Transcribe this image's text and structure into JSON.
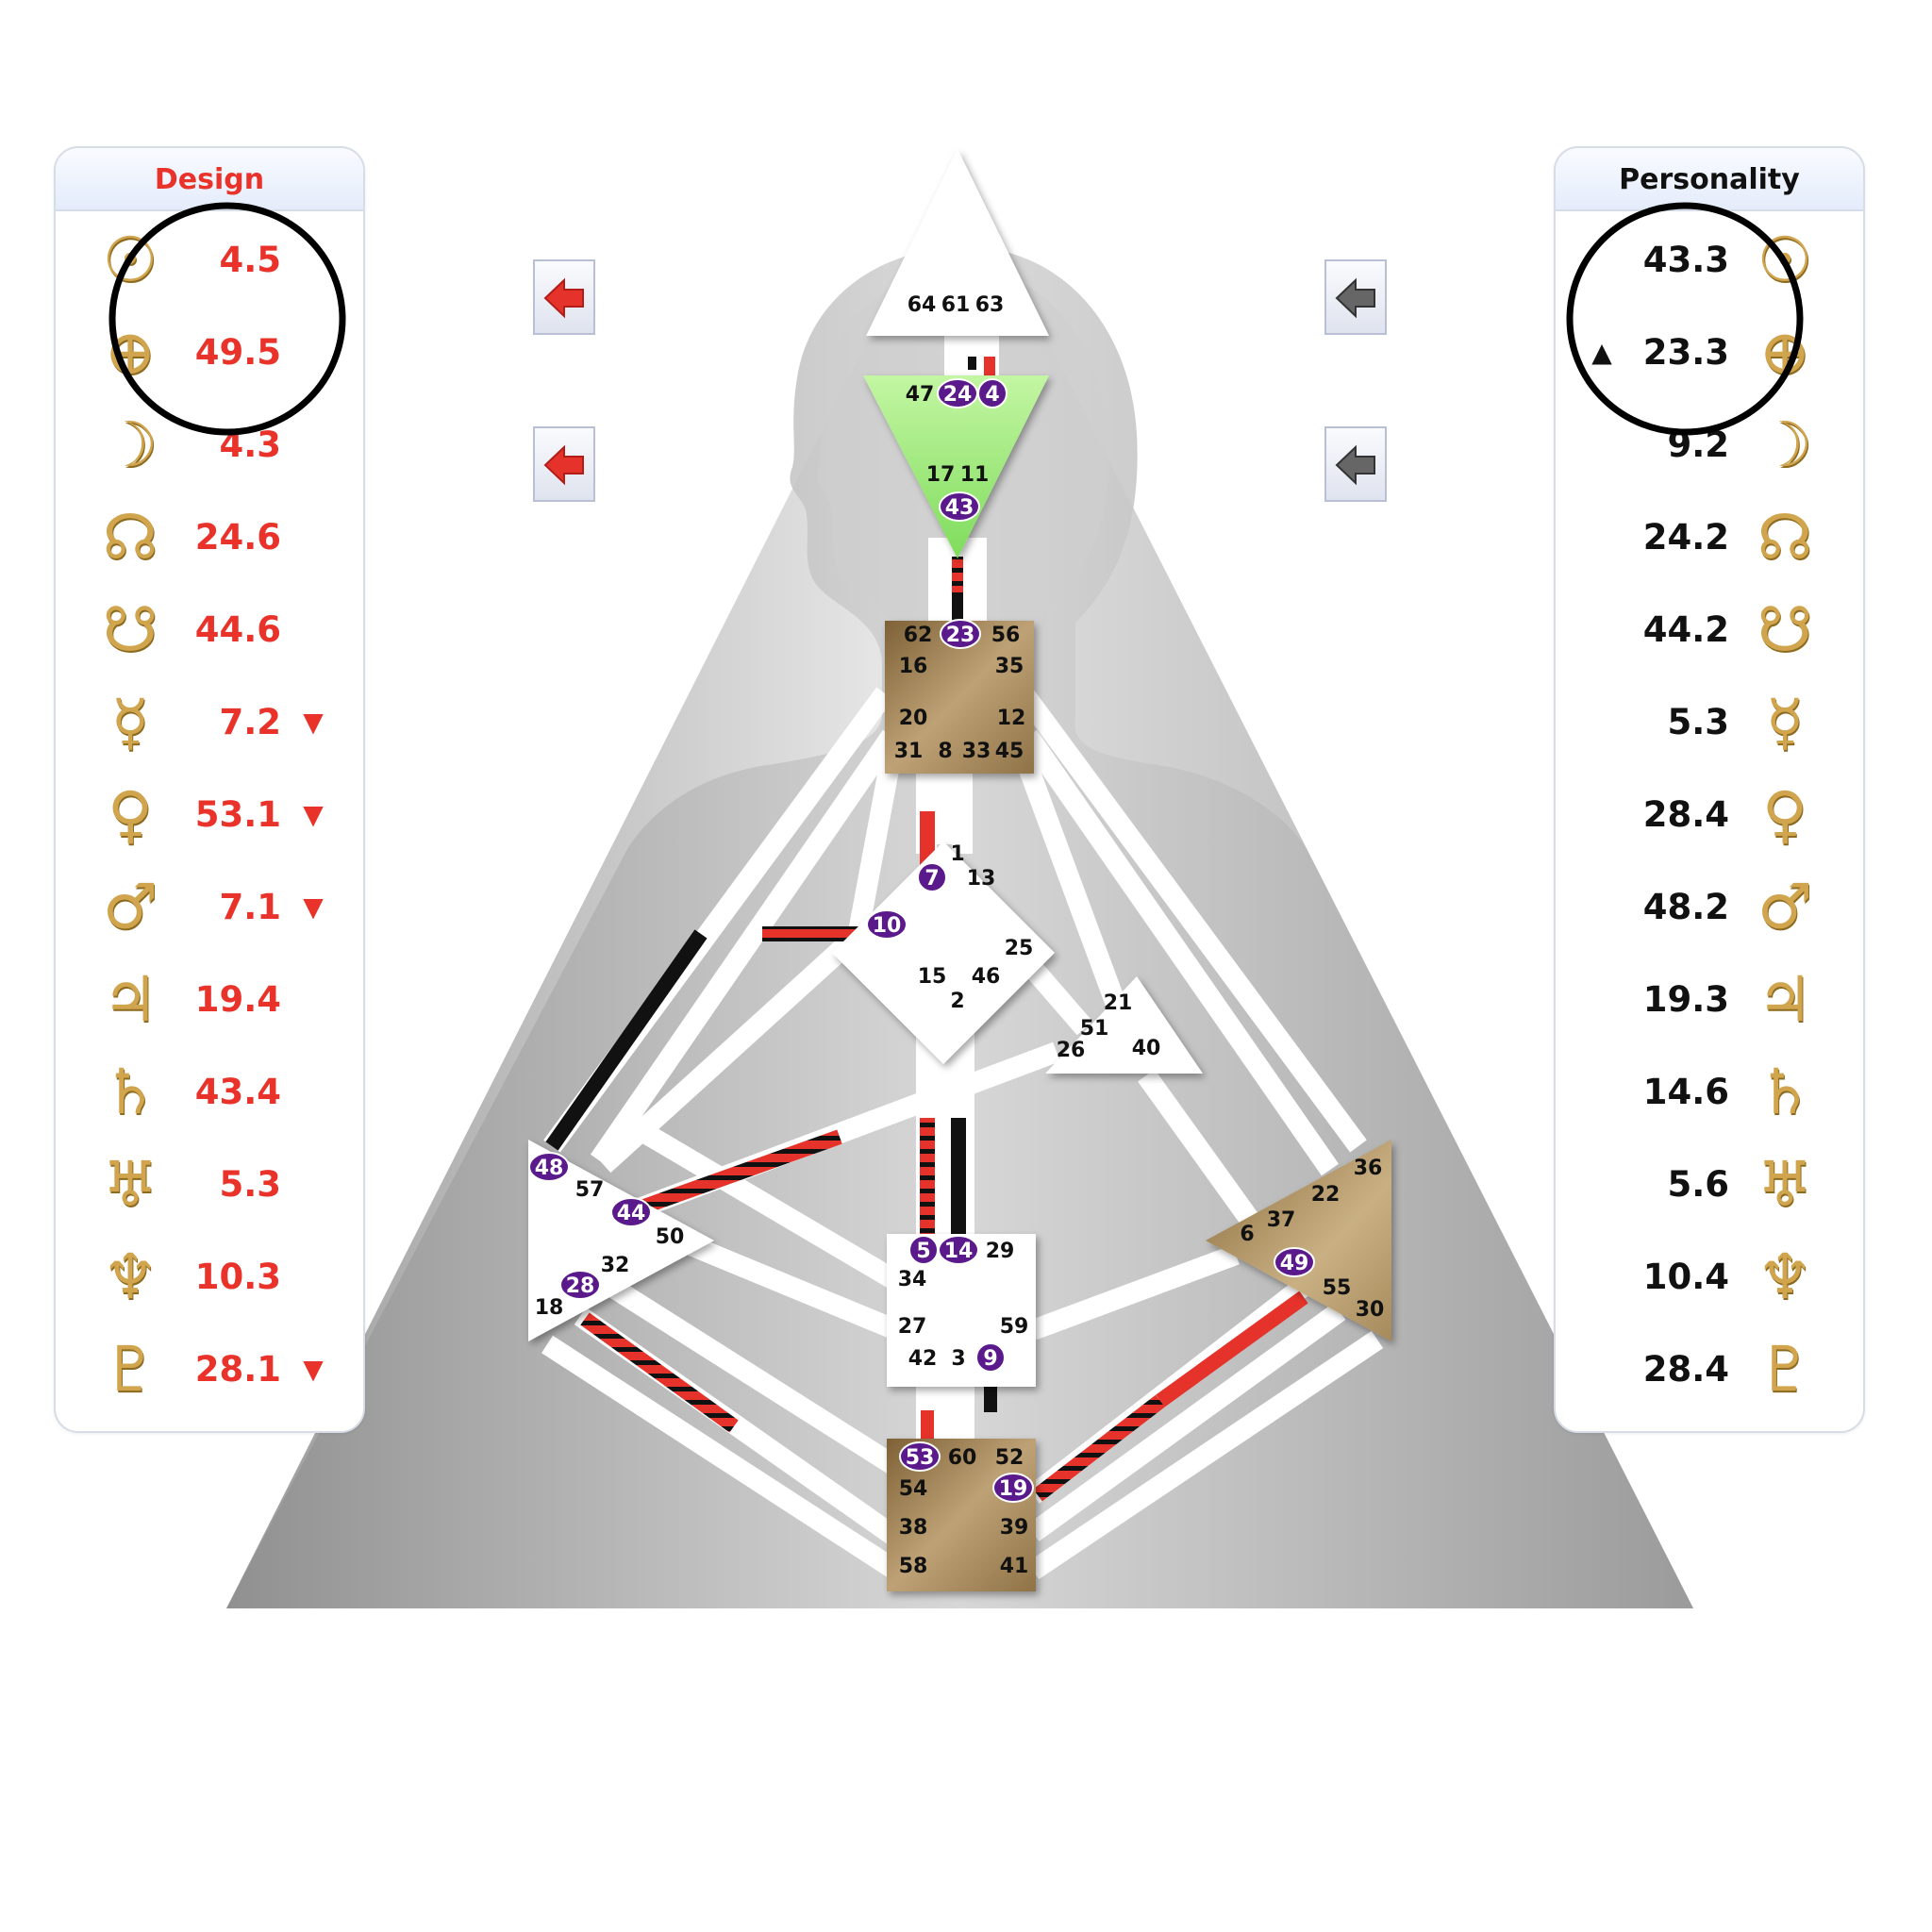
{
  "colors": {
    "design_red": "#e8322a",
    "personality_black": "#111111",
    "gate_badge_purple": "#5b1a8c",
    "center_brown": "#a2855a",
    "center_green": "#9fee7f",
    "planet_gold": "#d1a54e"
  },
  "design": {
    "title": "Design",
    "rows": [
      {
        "planet": "sun-icon",
        "glyph": "☉",
        "value": "4.5",
        "mark": ""
      },
      {
        "planet": "earth-icon",
        "glyph": "⊕",
        "value": "49.5",
        "mark": ""
      },
      {
        "planet": "moon-icon",
        "glyph": "☽",
        "value": "4.3",
        "mark": ""
      },
      {
        "planet": "north-node-icon",
        "glyph": "☊",
        "value": "24.6",
        "mark": ""
      },
      {
        "planet": "south-node-icon",
        "glyph": "☋",
        "value": "44.6",
        "mark": ""
      },
      {
        "planet": "mercury-icon",
        "glyph": "☿",
        "value": "7.2",
        "mark": "▼"
      },
      {
        "planet": "venus-icon",
        "glyph": "♀",
        "value": "53.1",
        "mark": "▼"
      },
      {
        "planet": "mars-icon",
        "glyph": "♂",
        "value": "7.1",
        "mark": "▼"
      },
      {
        "planet": "jupiter-icon",
        "glyph": "♃",
        "value": "19.4",
        "mark": ""
      },
      {
        "planet": "saturn-icon",
        "glyph": "♄",
        "value": "43.4",
        "mark": ""
      },
      {
        "planet": "uranus-icon",
        "glyph": "♅",
        "value": "5.3",
        "mark": ""
      },
      {
        "planet": "neptune-icon",
        "glyph": "♆",
        "value": "10.3",
        "mark": ""
      },
      {
        "planet": "pluto-icon",
        "glyph": "♇",
        "value": "28.1",
        "mark": "▼"
      }
    ]
  },
  "personality": {
    "title": "Personality",
    "rows": [
      {
        "planet": "sun-icon",
        "glyph": "☉",
        "value": "43.3",
        "mark": ""
      },
      {
        "planet": "earth-icon",
        "glyph": "⊕",
        "value": "23.3",
        "mark": "▲"
      },
      {
        "planet": "moon-icon",
        "glyph": "☽",
        "value": "9.2",
        "mark": ""
      },
      {
        "planet": "north-node-icon",
        "glyph": "☊",
        "value": "24.2",
        "mark": ""
      },
      {
        "planet": "south-node-icon",
        "glyph": "☋",
        "value": "44.2",
        "mark": ""
      },
      {
        "planet": "mercury-icon",
        "glyph": "☿",
        "value": "5.3",
        "mark": ""
      },
      {
        "planet": "venus-icon",
        "glyph": "♀",
        "value": "28.4",
        "mark": ""
      },
      {
        "planet": "mars-icon",
        "glyph": "♂",
        "value": "48.2",
        "mark": ""
      },
      {
        "planet": "jupiter-icon",
        "glyph": "♃",
        "value": "19.3",
        "mark": ""
      },
      {
        "planet": "saturn-icon",
        "glyph": "♄",
        "value": "14.6",
        "mark": ""
      },
      {
        "planet": "uranus-icon",
        "glyph": "♅",
        "value": "5.6",
        "mark": ""
      },
      {
        "planet": "neptune-icon",
        "glyph": "♆",
        "value": "10.4",
        "mark": ""
      },
      {
        "planet": "pluto-icon",
        "glyph": "♇",
        "value": "28.4",
        "mark": ""
      }
    ]
  },
  "centers": [
    {
      "name": "head",
      "defined": false,
      "gates": [
        "64",
        "61",
        "63"
      ]
    },
    {
      "name": "ajna",
      "defined": true,
      "gates": [
        "47",
        "24",
        "4",
        "17",
        "11",
        "43"
      ]
    },
    {
      "name": "throat",
      "defined": true,
      "gates": [
        "62",
        "23",
        "56",
        "16",
        "35",
        "20",
        "12",
        "31",
        "8",
        "33",
        "45"
      ]
    },
    {
      "name": "g",
      "defined": false,
      "gates": [
        "1",
        "7",
        "13",
        "10",
        "25",
        "15",
        "46",
        "2"
      ]
    },
    {
      "name": "heart",
      "defined": false,
      "gates": [
        "21",
        "51",
        "26",
        "40"
      ]
    },
    {
      "name": "spleen",
      "defined": false,
      "gates": [
        "48",
        "57",
        "44",
        "50",
        "32",
        "28",
        "18"
      ]
    },
    {
      "name": "sacral",
      "defined": false,
      "gates": [
        "5",
        "14",
        "29",
        "34",
        "27",
        "59",
        "42",
        "3",
        "9"
      ]
    },
    {
      "name": "solar-plexus",
      "defined": true,
      "gates": [
        "36",
        "22",
        "6",
        "37",
        "49",
        "55",
        "30"
      ]
    },
    {
      "name": "root",
      "defined": true,
      "gates": [
        "53",
        "60",
        "52",
        "54",
        "19",
        "38",
        "39",
        "58",
        "41"
      ]
    }
  ],
  "activated_gates": [
    "24",
    "4",
    "43",
    "23",
    "7",
    "10",
    "48",
    "44",
    "28",
    "5",
    "14",
    "9",
    "49",
    "53",
    "19"
  ],
  "gate_labels": {
    "64": "64",
    "61": "61",
    "63": "63",
    "47": "47",
    "24": "24",
    "4": "4",
    "17": "17",
    "11": "11",
    "43": "43",
    "62": "62",
    "23": "23",
    "56": "56",
    "16": "16",
    "35": "35",
    "20": "20",
    "12": "12",
    "31": "31",
    "8": "8",
    "33": "33",
    "45": "45",
    "1": "1",
    "7": "7",
    "13": "13",
    "10": "10",
    "25": "25",
    "15": "15",
    "46": "46",
    "2": "2",
    "21": "21",
    "51": "51",
    "26": "26",
    "40": "40",
    "48": "48",
    "57": "57",
    "44": "44",
    "50": "50",
    "32": "32",
    "28": "28",
    "18": "18",
    "5": "5",
    "14": "14",
    "29": "29",
    "34": "34",
    "27": "27",
    "59": "59",
    "42": "42",
    "3": "3",
    "9": "9",
    "36": "36",
    "22": "22",
    "6": "6",
    "37": "37",
    "49": "49",
    "55": "55",
    "30": "30",
    "53": "53",
    "60": "60",
    "52": "52",
    "54": "54",
    "19": "19",
    "38": "38",
    "39": "39",
    "58": "58",
    "41": "41"
  }
}
